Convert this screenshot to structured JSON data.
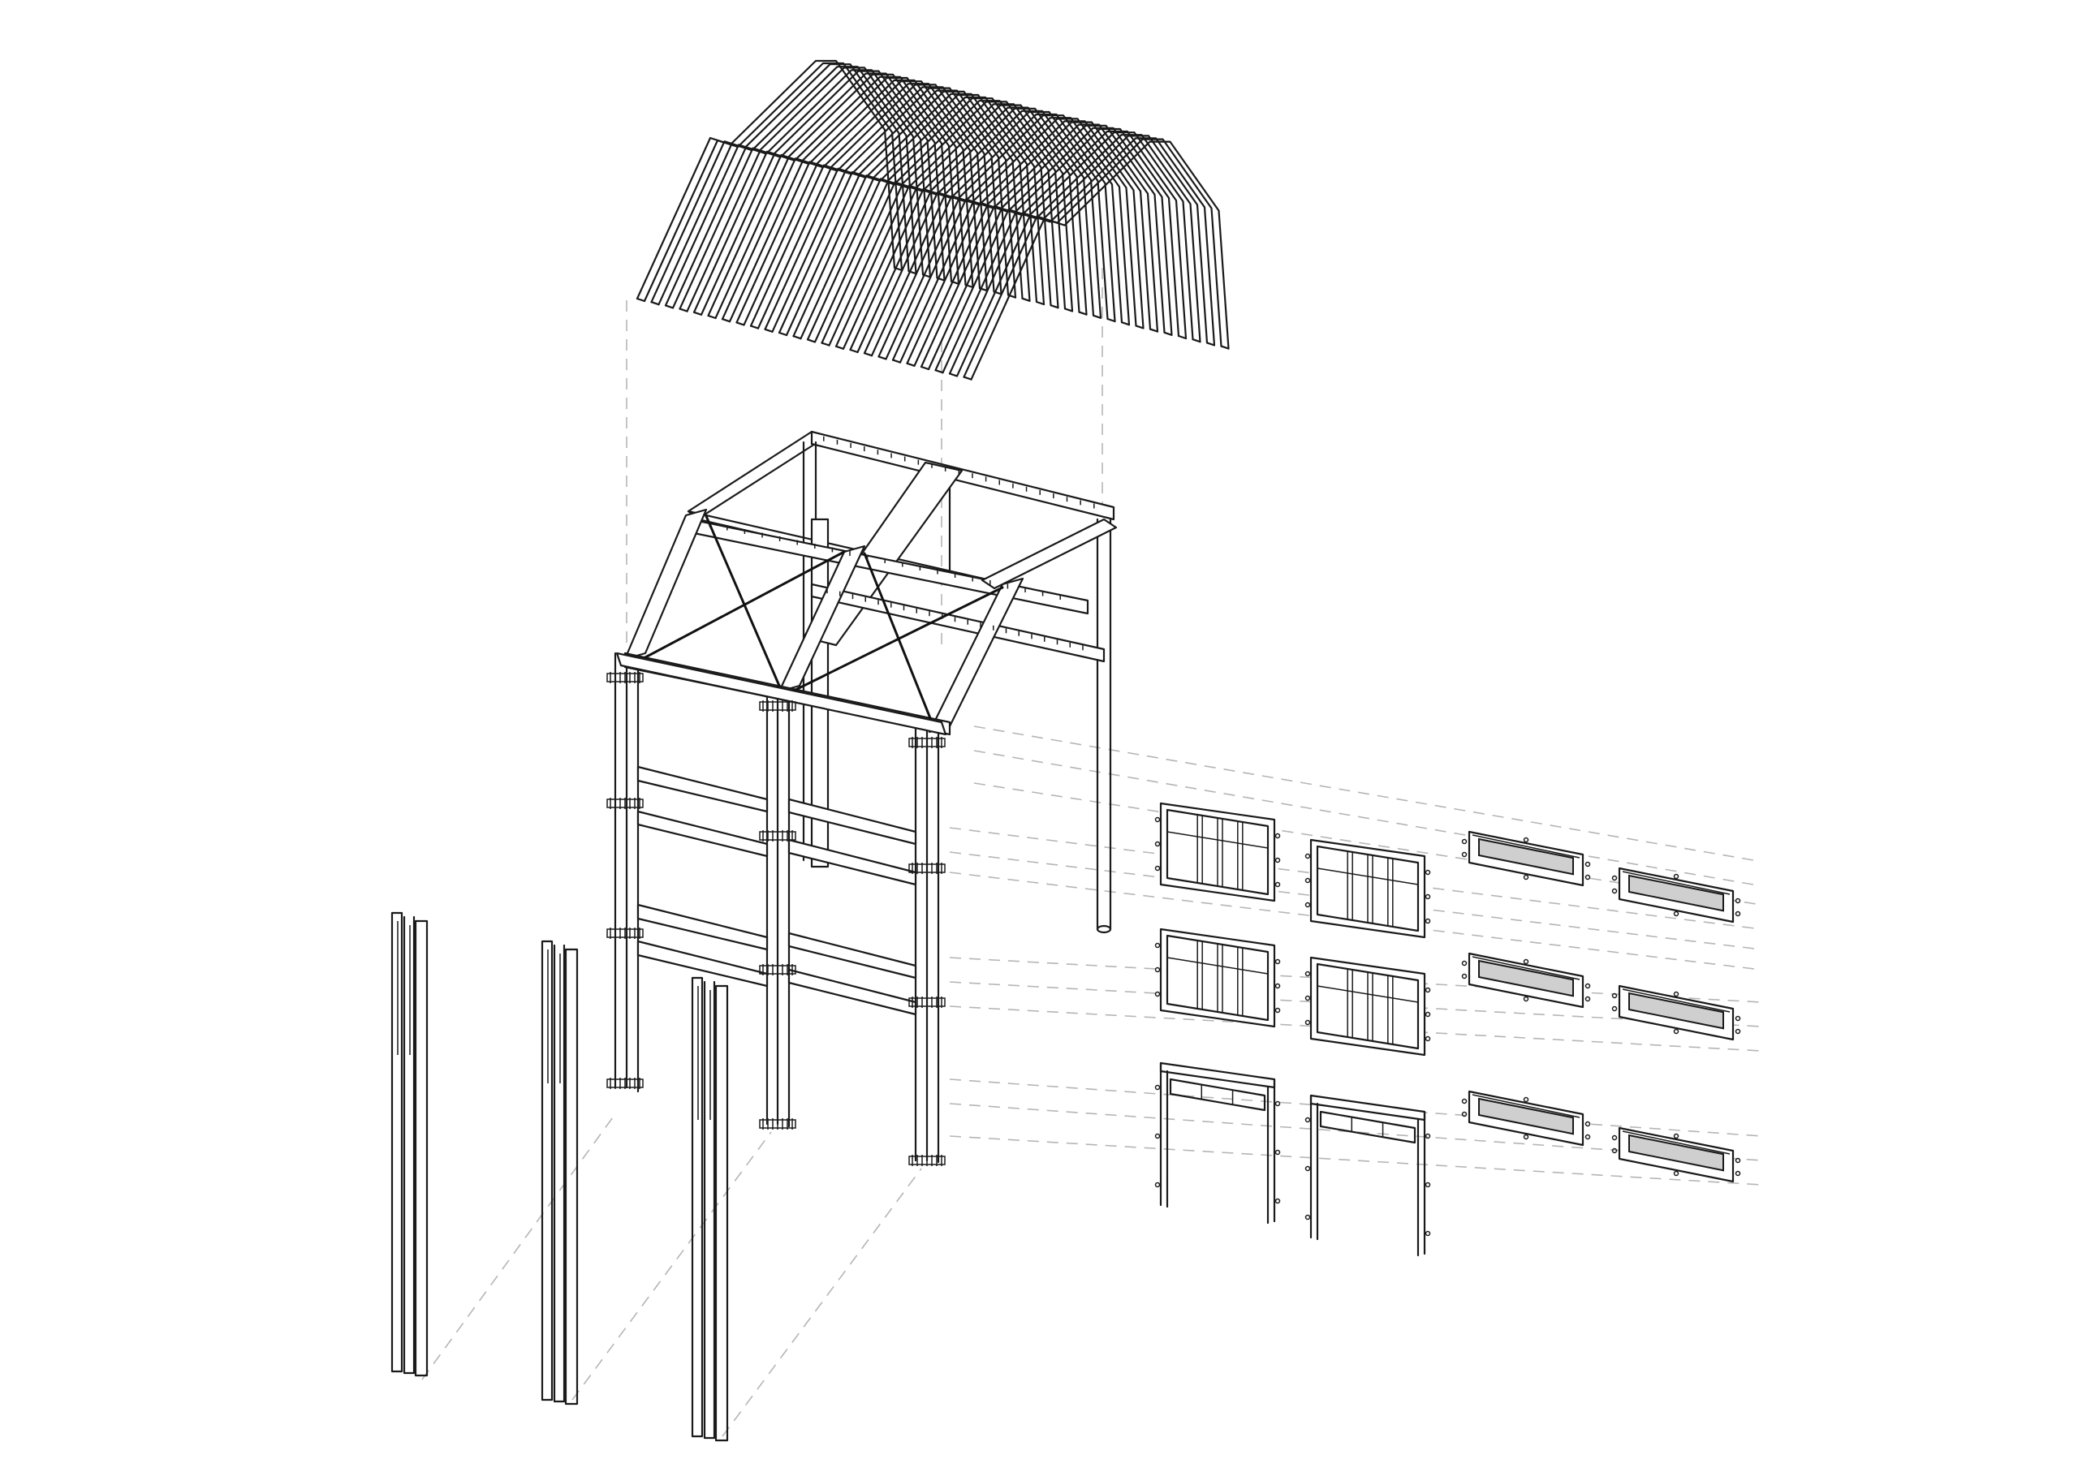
{
  "diagram": {
    "kind": "exploded axonometric construction drawing",
    "components": [
      {
        "id": "roof-rafters",
        "label": ""
      },
      {
        "id": "roof-frame",
        "label": ""
      },
      {
        "id": "wall-frame",
        "label": ""
      },
      {
        "id": "loose-posts",
        "label": ""
      },
      {
        "id": "windows-lower-row",
        "label": ""
      },
      {
        "id": "window-panels",
        "label": ""
      },
      {
        "id": "door-frames",
        "label": ""
      }
    ],
    "counts": {
      "rafters": 24,
      "loose_post_groups": 3,
      "window_frames": 4,
      "door_frames": 2,
      "panels": 6
    },
    "colors": {
      "line": "#1a1a1a",
      "dash": "#b5b5b5",
      "panel_fill": "#cfcfcf",
      "background": "#ffffff"
    }
  }
}
